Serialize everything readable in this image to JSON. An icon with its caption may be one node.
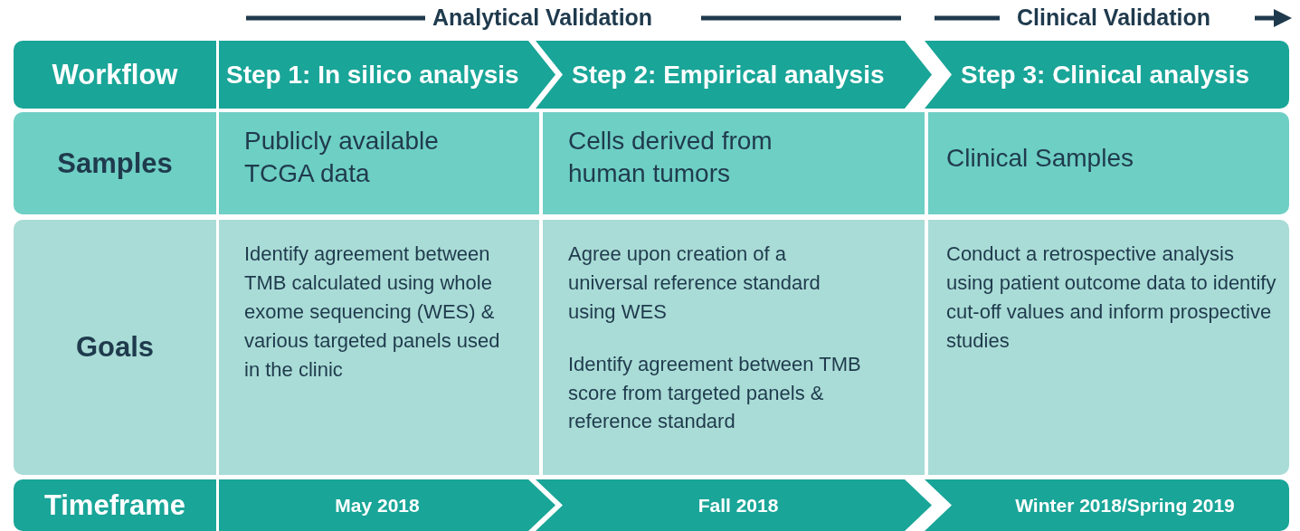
{
  "diagram": {
    "nodes": [
      {
        "text": [
          "Workflow"
        ]
      },
      {
        "text": [
          "Step 1: In silico analysis"
        ]
      },
      {
        "text": [
          "Step 2: Empirical analysis"
        ]
      },
      {
        "text": [
          "Step 3: Clinical analysis"
        ]
      },
      {
        "text": [
          "Samples"
        ]
      },
      {
        "text": [
          "Publicly available TCGA data"
        ]
      },
      {
        "text": [
          "Cells derived from human tumors"
        ]
      },
      {
        "text": [
          "Clinical Samples"
        ]
      },
      {
        "text": [
          "Goals"
        ]
      },
      {
        "text": [
          "Identify agreement between TMB calculated using whole exome sequencing (WES) & various targeted panels used in the clinic"
        ]
      },
      {
        "text": [
          "Agree upon creation of a universal reference standard using WES",
          "Identify agreement between TMB score from targeted panels & reference standard"
        ]
      },
      {
        "text": [
          "Conduct a retrospective analysis using patient outcome data to identify cut-off values and inform prospective studies"
        ]
      },
      {
        "text": [
          "Timeframe"
        ]
      },
      {
        "text": [
          "May 2018"
        ]
      },
      {
        "text": [
          "Fall 2018"
        ]
      },
      {
        "text": [
          "Winter 2018/Spring 2019"
        ]
      }
    ],
    "labels": [
      "Analytical Validation",
      "Clinical Validation"
    ]
  }
}
